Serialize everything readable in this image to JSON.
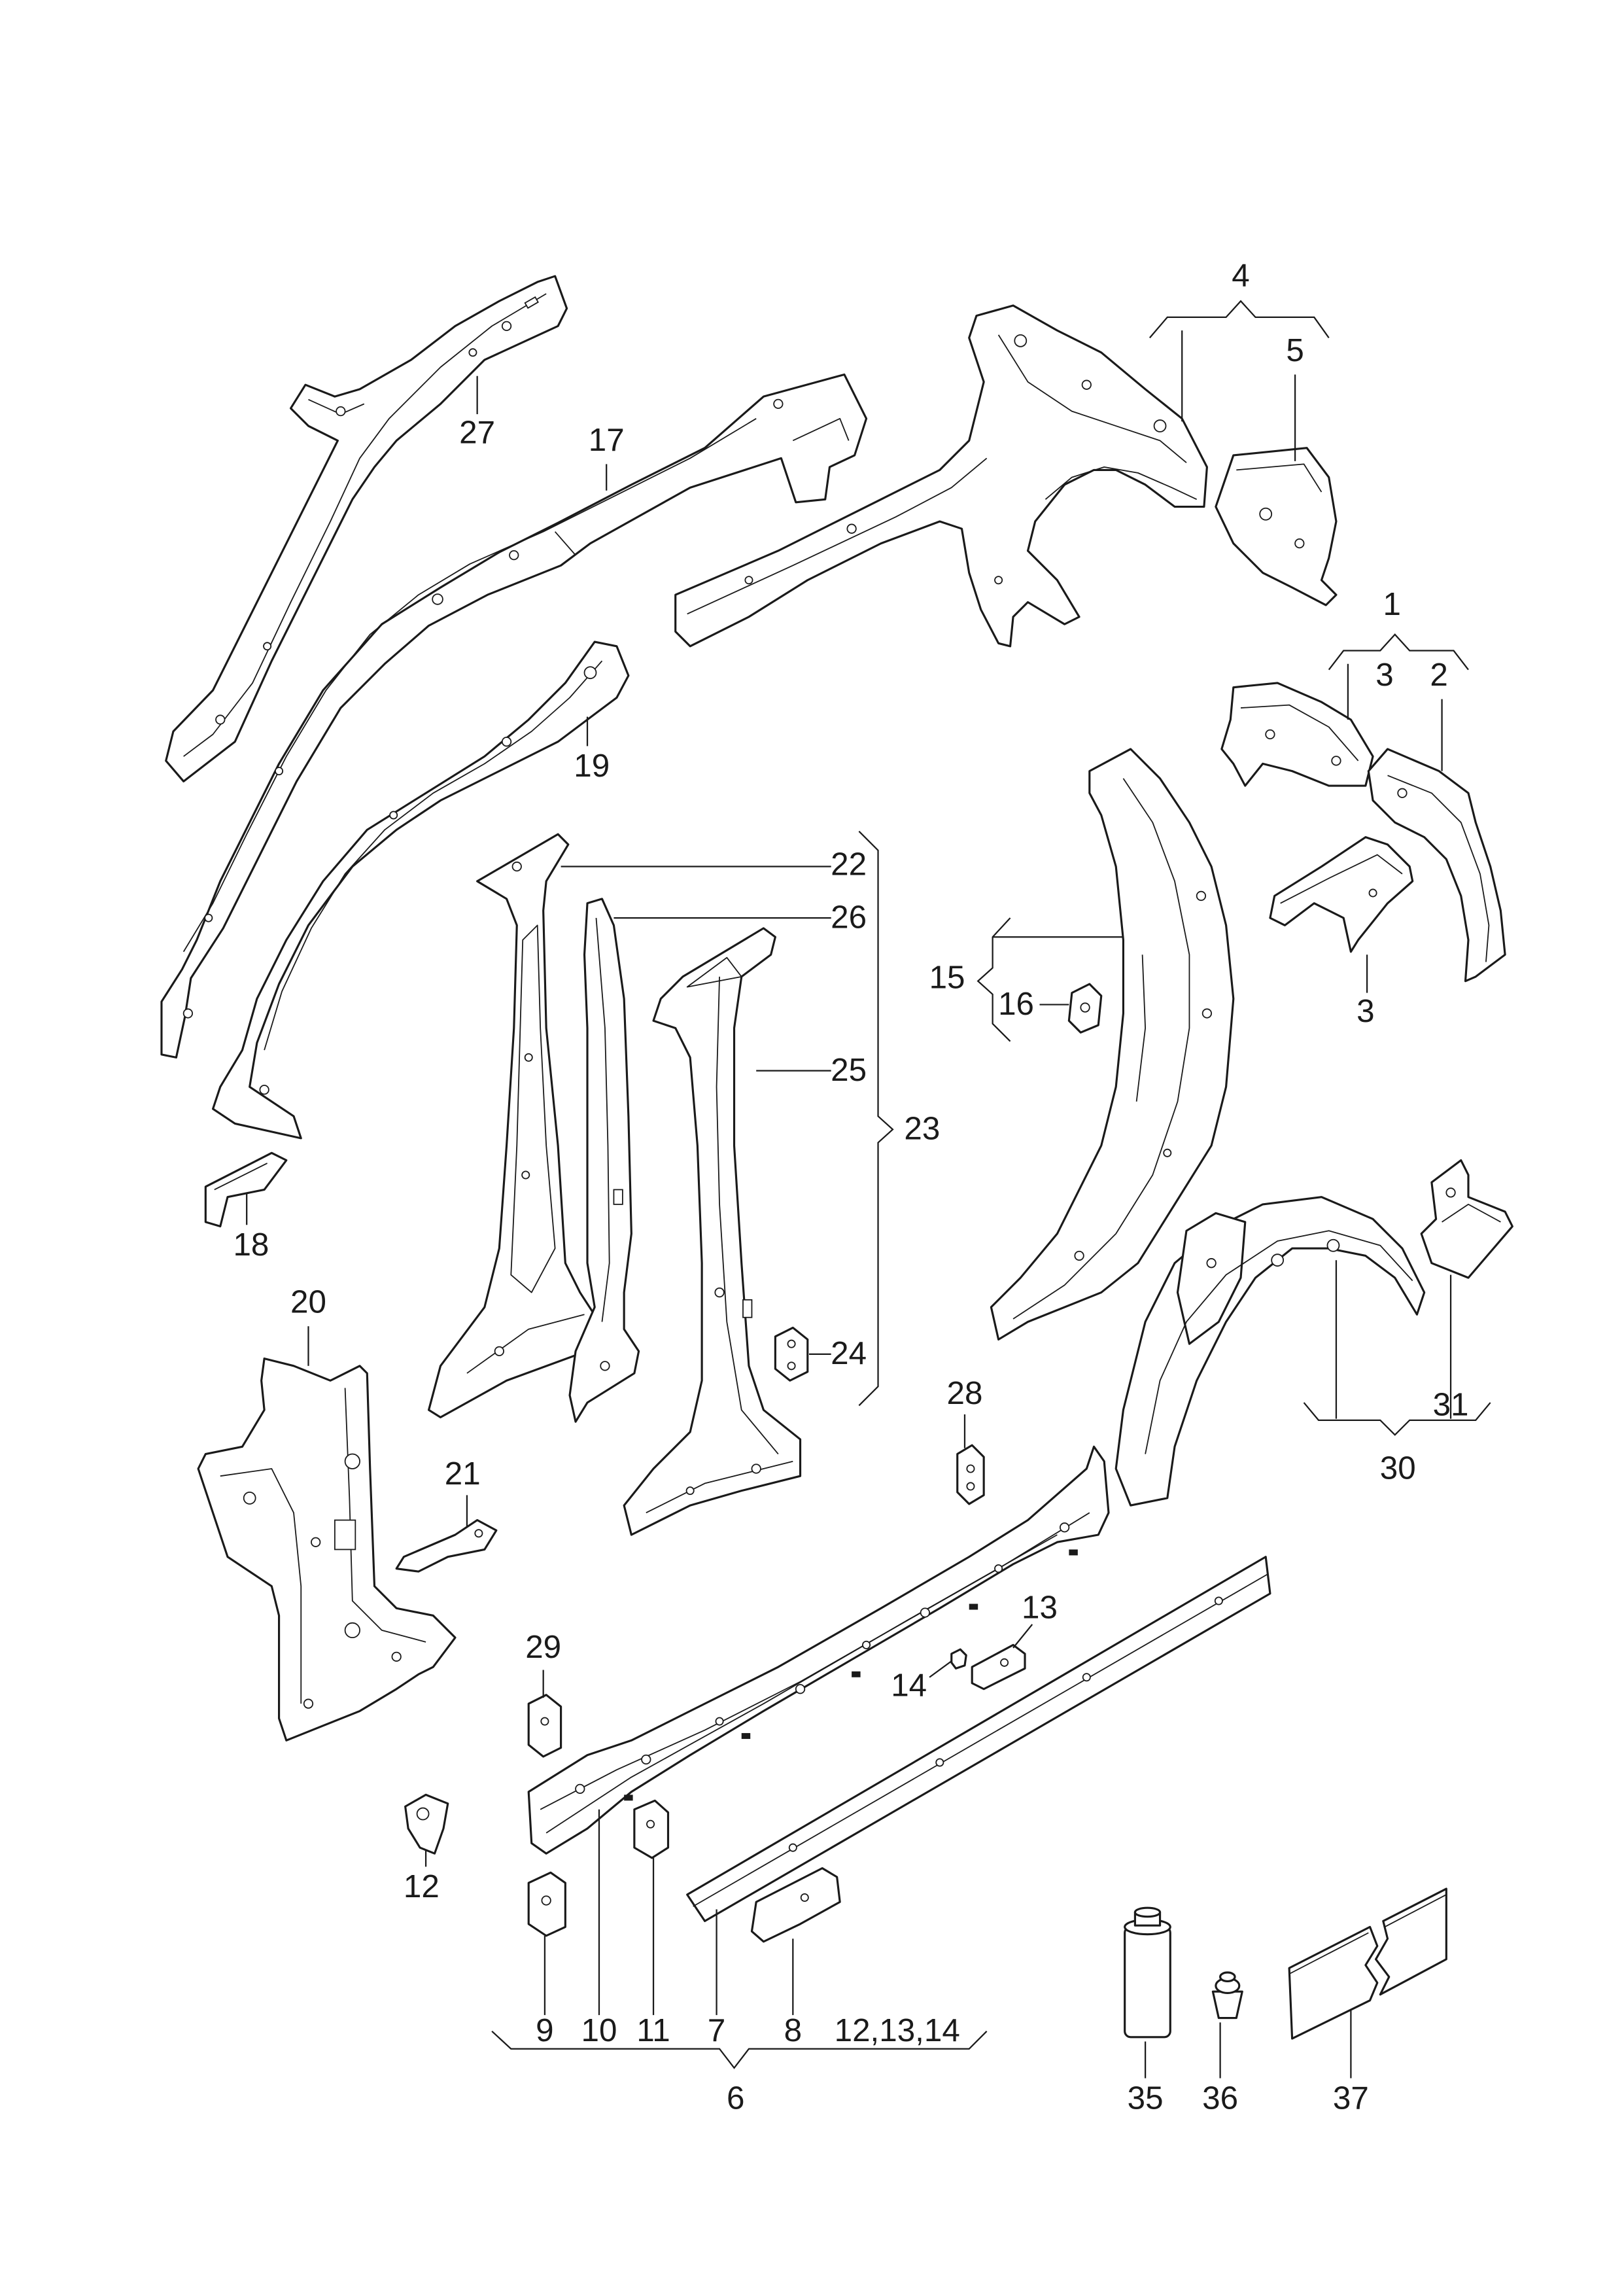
{
  "page": {
    "background": "#ffffff",
    "ink": "#1a1a1a"
  },
  "diagram": {
    "callouts": {
      "c1": "1",
      "c2": "2",
      "c3a": "3",
      "c3b": "3",
      "c4": "4",
      "c5": "5",
      "c6": "6",
      "c7": "7",
      "c8": "8",
      "c9": "9",
      "c10": "10",
      "c11": "11",
      "c12": "12",
      "c12_13_14": "12,13,14",
      "c13": "13",
      "c14": "14",
      "c15": "15",
      "c16": "16",
      "c17": "17",
      "c18": "18",
      "c19": "19",
      "c20": "20",
      "c21": "21",
      "c22": "22",
      "c23": "23",
      "c24": "24",
      "c25": "25",
      "c26": "26",
      "c27": "27",
      "c28": "28",
      "c29": "29",
      "c30": "30",
      "c31": "31",
      "c35": "35",
      "c36": "36",
      "c37": "37"
    }
  }
}
